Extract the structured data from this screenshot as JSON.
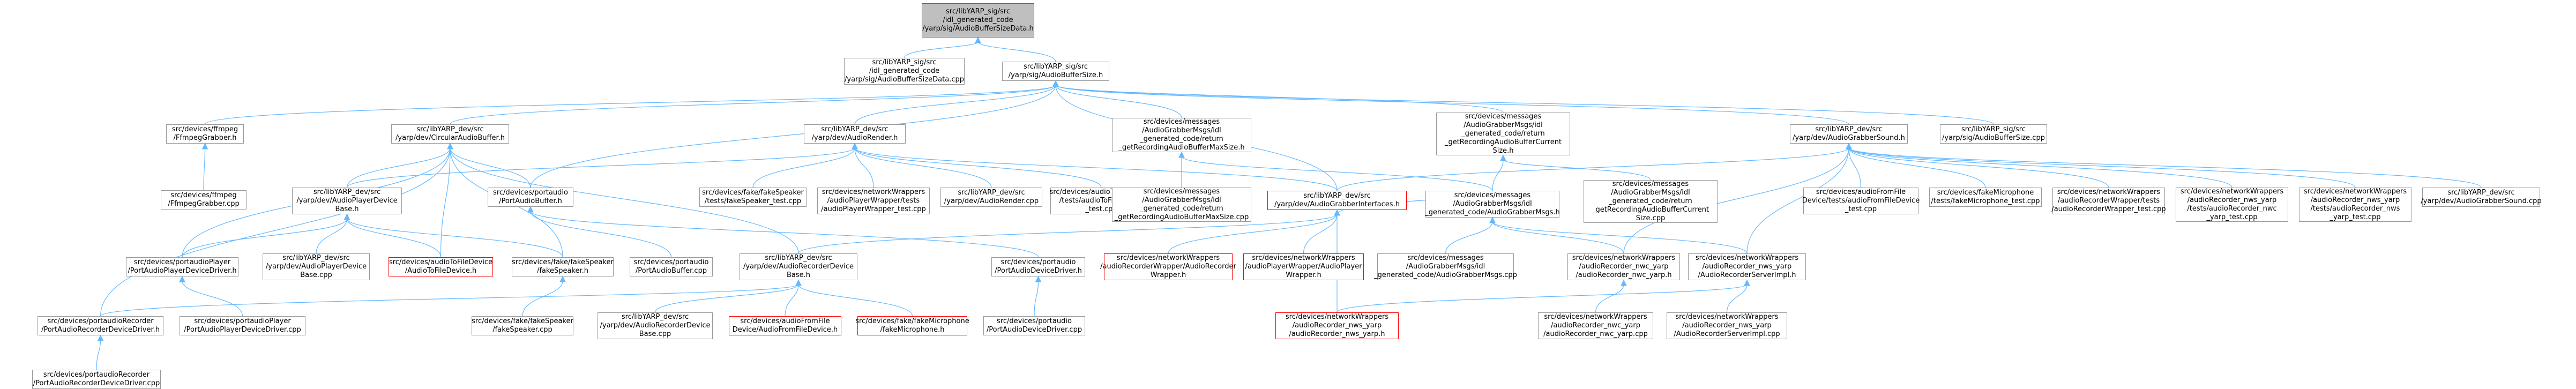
{
  "colors": {
    "edge": "#63b8ff",
    "node_border": "#999999",
    "root_fill": "#bfbfbf",
    "highlight_border": "#ff0000"
  },
  "nodes": [
    {
      "id": "root",
      "lines": [
        "src/libYARP_sig/src",
        "/idl_generated_code",
        "/yarp/sig/AudioBufferSizeData.h"
      ],
      "style": "root"
    },
    {
      "id": "n_absd_cpp",
      "lines": [
        "src/libYARP_sig/src",
        "/idl_generated_code",
        "/yarp/sig/AudioBufferSizeData.cpp"
      ],
      "style": "normal"
    },
    {
      "id": "n_abs_h",
      "lines": [
        "src/libYARP_sig/src",
        "/yarp/sig/AudioBufferSize.h"
      ],
      "style": "normal"
    },
    {
      "id": "n_ffmpeg_h",
      "lines": [
        "src/devices/ffmpeg",
        "/FfmpegGrabber.h"
      ],
      "style": "normal"
    },
    {
      "id": "n_ffmpeg_cpp",
      "lines": [
        "src/devices/ffmpeg",
        "/FfmpegGrabber.cpp"
      ],
      "style": "normal"
    },
    {
      "id": "n_circ_h",
      "lines": [
        "src/libYARP_dev/src",
        "/yarp/dev/CircularAudioBuffer.h"
      ],
      "style": "normal"
    },
    {
      "id": "n_playerdev_h",
      "lines": [
        "src/libYARP_dev/src",
        "/yarp/dev/AudioPlayerDevice",
        "Base.h"
      ],
      "style": "normal"
    },
    {
      "id": "n_pa_buf_h",
      "lines": [
        "src/devices/portaudio",
        "/PortAudioBuffer.h"
      ],
      "style": "normal"
    },
    {
      "id": "n_render_h",
      "lines": [
        "src/libYARP_dev/src",
        "/yarp/dev/AudioRender.h"
      ],
      "style": "normal"
    },
    {
      "id": "n_fakespk_test",
      "lines": [
        "src/devices/fake/fakeSpeaker",
        "/tests/fakeSpeaker_test.cpp"
      ],
      "style": "normal"
    },
    {
      "id": "n_nwplayer_test",
      "lines": [
        "src/devices/networkWrappers",
        "/audioPlayerWrapper/tests",
        "/audioPlayerWrapper_test.cpp"
      ],
      "style": "normal"
    },
    {
      "id": "n_render_cpp",
      "lines": [
        "src/libYARP_dev/src",
        "/yarp/dev/AudioRender.cpp"
      ],
      "style": "normal"
    },
    {
      "id": "n_a2f_test",
      "lines": [
        "src/devices/audioToFileDevice",
        "/tests/audioToFileDevice",
        "_test.cpp"
      ],
      "style": "normal"
    },
    {
      "id": "n_msgmax_h",
      "lines": [
        "src/devices/messages",
        "/AudioGrabberMsgs/idl",
        "_generated_code/return",
        "_getRecordingAudioBufferMaxSize.h"
      ],
      "style": "normal"
    },
    {
      "id": "n_msgmax_cpp",
      "lines": [
        "src/devices/messages",
        "/AudioGrabberMsgs/idl",
        "_generated_code/return",
        "_getRecordingAudioBufferMaxSize.cpp"
      ],
      "style": "normal"
    },
    {
      "id": "n_msgcur_h",
      "lines": [
        "src/devices/messages",
        "/AudioGrabberMsgs/idl",
        "_generated_code/return",
        "_getRecordingAudioBufferCurrent",
        "Size.h"
      ],
      "style": "normal"
    },
    {
      "id": "n_msgcur_cpp",
      "lines": [
        "src/devices/messages",
        "/AudioGrabberMsgs/idl",
        "_generated_code/return",
        "_getRecordingAudioBufferCurrent",
        "Size.cpp"
      ],
      "style": "normal"
    },
    {
      "id": "n_grabif_h",
      "lines": [
        "src/libYARP_dev/src",
        "/yarp/dev/AudioGrabberInterfaces.h"
      ],
      "style": "red"
    },
    {
      "id": "n_grabmsgs_h",
      "lines": [
        "src/devices/messages",
        "/AudioGrabberMsgs/idl",
        "_generated_code/AudioGrabberMsgs.h"
      ],
      "style": "normal"
    },
    {
      "id": "n_grabsound_h",
      "lines": [
        "src/libYARP_dev/src",
        "/yarp/dev/AudioGrabberSound.h"
      ],
      "style": "normal"
    },
    {
      "id": "n_abs_cpp",
      "lines": [
        "src/libYARP_sig/src",
        "/yarp/sig/AudioBufferSize.cpp"
      ],
      "style": "normal"
    },
    {
      "id": "n_affd_test",
      "lines": [
        "src/devices/audioFromFile",
        "Device/tests/audioFromFileDevice",
        "_test.cpp"
      ],
      "style": "normal"
    },
    {
      "id": "n_fakemic_test",
      "lines": [
        "src/devices/fakeMicrophone",
        "/tests/fakeMicrophone_test.cpp"
      ],
      "style": "normal"
    },
    {
      "id": "n_nwrec_test",
      "lines": [
        "src/devices/networkWrappers",
        "/audioRecorderWrapper/tests",
        "/audioRecorderWrapper_test.cpp"
      ],
      "style": "normal"
    },
    {
      "id": "n_nwsrv_test",
      "lines": [
        "src/devices/networkWrappers",
        "/audioRecorder_nws_yarp",
        "/tests/audioRecorder_nwc",
        "_yarp_test.cpp"
      ],
      "style": "normal"
    },
    {
      "id": "n_nwsrv2_test",
      "lines": [
        "src/devices/networkWrappers",
        "/audioRecorder_nws_yarp",
        "/tests/audioRecorder_nws",
        "_yarp_test.cpp"
      ],
      "style": "normal"
    },
    {
      "id": "n_grabsound_cpp",
      "lines": [
        "src/libYARP_dev/src",
        "/yarp/dev/AudioGrabberSound.cpp"
      ],
      "style": "normal"
    },
    {
      "id": "n_paplayer_h",
      "lines": [
        "src/devices/portaudioPlayer",
        "/PortAudioPlayerDeviceDriver.h"
      ],
      "style": "normal"
    },
    {
      "id": "n_playerdev_cpp",
      "lines": [
        "src/libYARP_dev/src",
        "/yarp/dev/AudioPlayerDevice",
        "Base.cpp"
      ],
      "style": "normal"
    },
    {
      "id": "n_a2f_h",
      "lines": [
        "src/devices/audioToFileDevice",
        "/AudioToFileDevice.h"
      ],
      "style": "red"
    },
    {
      "id": "n_fakespk_h",
      "lines": [
        "src/devices/fake/fakeSpeaker",
        "/fakeSpeaker.h"
      ],
      "style": "normal"
    },
    {
      "id": "n_pa_buf_cpp",
      "lines": [
        "src/devices/portaudio",
        "/PortAudioBuffer.cpp"
      ],
      "style": "normal"
    },
    {
      "id": "n_recdev_h",
      "lines": [
        "src/libYARP_dev/src",
        "/yarp/dev/AudioRecorderDevice",
        "Base.h"
      ],
      "style": "normal"
    },
    {
      "id": "n_pa_drv_h",
      "lines": [
        "src/devices/portaudio",
        "/PortAudioDeviceDriver.h"
      ],
      "style": "normal"
    },
    {
      "id": "n_nwrecwrap_h",
      "lines": [
        "src/devices/networkWrappers",
        "/audioRecorderWrapper/AudioRecorder",
        "Wrapper.h"
      ],
      "style": "red"
    },
    {
      "id": "n_nwplaywrap_h",
      "lines": [
        "src/devices/networkWrappers",
        "/audioPlayerWrapper/AudioPlayer",
        "Wrapper.h"
      ],
      "style": "red"
    },
    {
      "id": "n_grabmsgs_cpp",
      "lines": [
        "src/devices/messages",
        "/AudioGrabberMsgs/idl",
        "_generated_code/AudioGrabberMsgs.cpp"
      ],
      "style": "normal"
    },
    {
      "id": "n_nwc_h",
      "lines": [
        "src/devices/networkWrappers",
        "/audioRecorder_nwc_yarp",
        "/audioRecorder_nwc_yarp.h"
      ],
      "style": "normal"
    },
    {
      "id": "n_srvimpl_h",
      "lines": [
        "src/devices/networkWrappers",
        "/audioRecorder_nws_yarp",
        "/AudioRecorderServerImpl.h"
      ],
      "style": "normal"
    },
    {
      "id": "n_parec_h",
      "lines": [
        "src/devices/portaudioRecorder",
        "/PortAudioRecorderDeviceDriver.h"
      ],
      "style": "normal"
    },
    {
      "id": "n_paplayer_cpp",
      "lines": [
        "src/devices/portaudioPlayer",
        "/PortAudioPlayerDeviceDriver.cpp"
      ],
      "style": "normal"
    },
    {
      "id": "n_fakespk_cpp",
      "lines": [
        "src/devices/fake/fakeSpeaker",
        "/fakeSpeaker.cpp"
      ],
      "style": "normal"
    },
    {
      "id": "n_recdev_cpp",
      "lines": [
        "src/libYARP_dev/src",
        "/yarp/dev/AudioRecorderDevice",
        "Base.cpp"
      ],
      "style": "normal"
    },
    {
      "id": "n_aff_h",
      "lines": [
        "src/devices/audioFromFile",
        "Device/AudioFromFileDevice.h"
      ],
      "style": "red"
    },
    {
      "id": "n_fakemic_h",
      "lines": [
        "src/devices/fake/fakeMicrophone",
        "/fakeMicrophone.h"
      ],
      "style": "red"
    },
    {
      "id": "n_pa_drv_cpp",
      "lines": [
        "src/devices/portaudio",
        "/PortAudioDeviceDriver.cpp"
      ],
      "style": "normal"
    },
    {
      "id": "n_nws_h",
      "lines": [
        "src/devices/networkWrappers",
        "/audioRecorder_nws_yarp",
        "/audioRecorder_nws_yarp.h"
      ],
      "style": "red"
    },
    {
      "id": "n_nwc_cpp",
      "lines": [
        "src/devices/networkWrappers",
        "/audioRecorder_nwc_yarp",
        "/audioRecorder_nwc_yarp.cpp"
      ],
      "style": "normal"
    },
    {
      "id": "n_srvimpl_cpp",
      "lines": [
        "src/devices/networkWrappers",
        "/audioRecorder_nws_yarp",
        "/AudioRecorderServerImpl.cpp"
      ],
      "style": "normal"
    },
    {
      "id": "n_parec_cpp",
      "lines": [
        "src/devices/portaudioRecorder",
        "/PortAudioRecorderDeviceDriver.cpp"
      ],
      "style": "normal"
    }
  ],
  "edges": [
    [
      "root",
      "n_absd_cpp"
    ],
    [
      "root",
      "n_abs_h"
    ],
    [
      "n_abs_h",
      "n_ffmpeg_h"
    ],
    [
      "n_abs_h",
      "n_circ_h"
    ],
    [
      "n_abs_h",
      "n_render_h"
    ],
    [
      "n_abs_h",
      "n_msgmax_h"
    ],
    [
      "n_abs_h",
      "n_msgcur_h"
    ],
    [
      "n_abs_h",
      "n_grabsound_h"
    ],
    [
      "n_abs_h",
      "n_abs_cpp"
    ],
    [
      "n_abs_h",
      "n_pa_buf_h"
    ],
    [
      "n_abs_h",
      "n_grabif_h"
    ],
    [
      "n_ffmpeg_h",
      "n_ffmpeg_cpp"
    ],
    [
      "n_circ_h",
      "n_playerdev_h"
    ],
    [
      "n_circ_h",
      "n_pa_buf_h"
    ],
    [
      "n_circ_h",
      "n_paplayer_h"
    ],
    [
      "n_circ_h",
      "n_a2f_h"
    ],
    [
      "n_circ_h",
      "n_fakespk_h"
    ],
    [
      "n_circ_h",
      "n_recdev_h"
    ],
    [
      "n_circ_h",
      "n_parec_h"
    ],
    [
      "n_render_h",
      "n_playerdev_h"
    ],
    [
      "n_render_h",
      "n_fakespk_test"
    ],
    [
      "n_render_h",
      "n_nwplayer_test"
    ],
    [
      "n_render_h",
      "n_render_cpp"
    ],
    [
      "n_render_h",
      "n_a2f_test"
    ],
    [
      "n_render_h",
      "n_grabif_h"
    ],
    [
      "n_msgmax_h",
      "n_msgmax_cpp"
    ],
    [
      "n_msgmax_h",
      "n_grabmsgs_h"
    ],
    [
      "n_msgcur_h",
      "n_msgcur_cpp"
    ],
    [
      "n_msgcur_h",
      "n_grabmsgs_h"
    ],
    [
      "n_grabsound_h",
      "n_grabif_h"
    ],
    [
      "n_grabsound_h",
      "n_affd_test"
    ],
    [
      "n_grabsound_h",
      "n_fakemic_test"
    ],
    [
      "n_grabsound_h",
      "n_nwrec_test"
    ],
    [
      "n_grabsound_h",
      "n_nwsrv_test"
    ],
    [
      "n_grabsound_h",
      "n_nwsrv2_test"
    ],
    [
      "n_grabsound_h",
      "n_grabsound_cpp"
    ],
    [
      "n_grabsound_h",
      "n_nwc_h"
    ],
    [
      "n_grabsound_h",
      "n_srvimpl_h"
    ],
    [
      "n_playerdev_h",
      "n_paplayer_h"
    ],
    [
      "n_playerdev_h",
      "n_playerdev_cpp"
    ],
    [
      "n_playerdev_h",
      "n_a2f_h"
    ],
    [
      "n_playerdev_h",
      "n_fakespk_h"
    ],
    [
      "n_pa_buf_h",
      "n_pa_buf_cpp"
    ],
    [
      "n_pa_buf_h",
      "n_pa_drv_h"
    ],
    [
      "n_grabif_h",
      "n_recdev_h"
    ],
    [
      "n_grabif_h",
      "n_nwrecwrap_h"
    ],
    [
      "n_grabif_h",
      "n_nwplaywrap_h"
    ],
    [
      "n_grabif_h",
      "n_grabmsgs_h"
    ],
    [
      "n_grabif_h",
      "n_nws_h"
    ],
    [
      "n_grabmsgs_h",
      "n_grabmsgs_cpp"
    ],
    [
      "n_grabmsgs_h",
      "n_nwc_h"
    ],
    [
      "n_grabmsgs_h",
      "n_srvimpl_h"
    ],
    [
      "n_paplayer_h",
      "n_paplayer_cpp"
    ],
    [
      "n_fakespk_h",
      "n_fakespk_cpp"
    ],
    [
      "n_recdev_h",
      "n_parec_h"
    ],
    [
      "n_recdev_h",
      "n_recdev_cpp"
    ],
    [
      "n_recdev_h",
      "n_aff_h"
    ],
    [
      "n_recdev_h",
      "n_fakemic_h"
    ],
    [
      "n_pa_drv_h",
      "n_pa_drv_cpp"
    ],
    [
      "n_nwc_h",
      "n_nwc_cpp"
    ],
    [
      "n_srvimpl_h",
      "n_nws_h"
    ],
    [
      "n_srvimpl_h",
      "n_srvimpl_cpp"
    ],
    [
      "n_parec_h",
      "n_parec_cpp"
    ]
  ]
}
